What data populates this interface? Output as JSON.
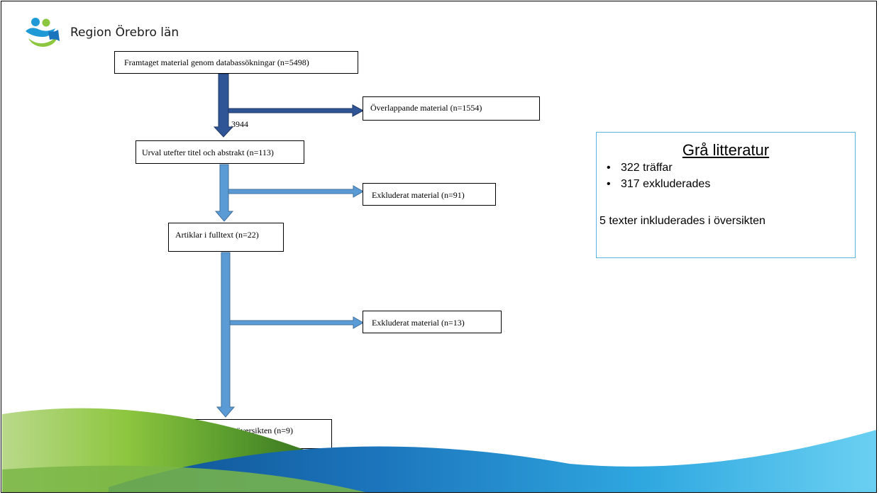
{
  "header": {
    "brand_name": "Region Örebro län"
  },
  "flowchart": {
    "boxes": {
      "search": "Framtaget material genom databassökningar (n=5498)",
      "overlap": "Överlappande material (n=1554)",
      "screening": "Urval utefter titel och abstrakt (n=113)",
      "excluded_1": "Exkluderat material (n=91)",
      "fulltext": "Artiklar i fulltext (n=22)",
      "excluded_2": "Exkluderat material (n=13)",
      "included": "Artiklar som inkluderas i översikten (n=9)"
    },
    "count_after_overlap": "3944"
  },
  "grey_literature": {
    "title": "Grå litteratur",
    "bullets": [
      "322 träffar",
      "317 exkluderades"
    ],
    "summary": "5 texter inkluderades i översikten"
  },
  "colors": {
    "arrow_dark": "#2f5597",
    "arrow_light": "#5b9bd5",
    "arrow_outline": "#41719c",
    "box_border_grey_lit": "#5ab4e4",
    "wave_green": "#8dc63f",
    "wave_blue": "#1c75bc"
  },
  "icons": {
    "logo": "region-orebro-logo"
  }
}
